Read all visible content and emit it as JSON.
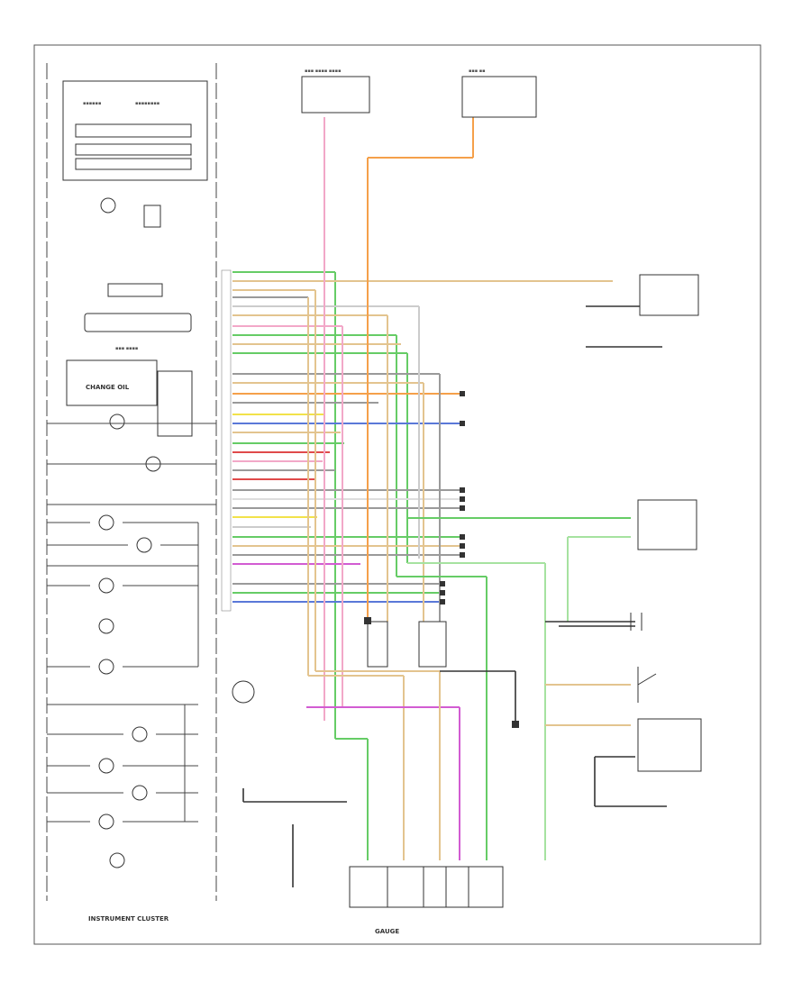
{
  "colors": {
    "green": "#66cc66",
    "orange": "#f5a04a",
    "tan": "#e3c48f",
    "pink": "#f2a8c8",
    "magenta": "#d25cd2",
    "blue": "#5a78d8",
    "yellow": "#f2e24a",
    "gray": "#9a9a9a",
    "light_green": "#a6e2a0",
    "red": "#e04a4a",
    "black": "#333333"
  },
  "labels": {
    "center_box": "CHANGE OIL",
    "cluster_title": "INSTRUMENT CLUSTER",
    "gauge_label": "GAUGE"
  }
}
